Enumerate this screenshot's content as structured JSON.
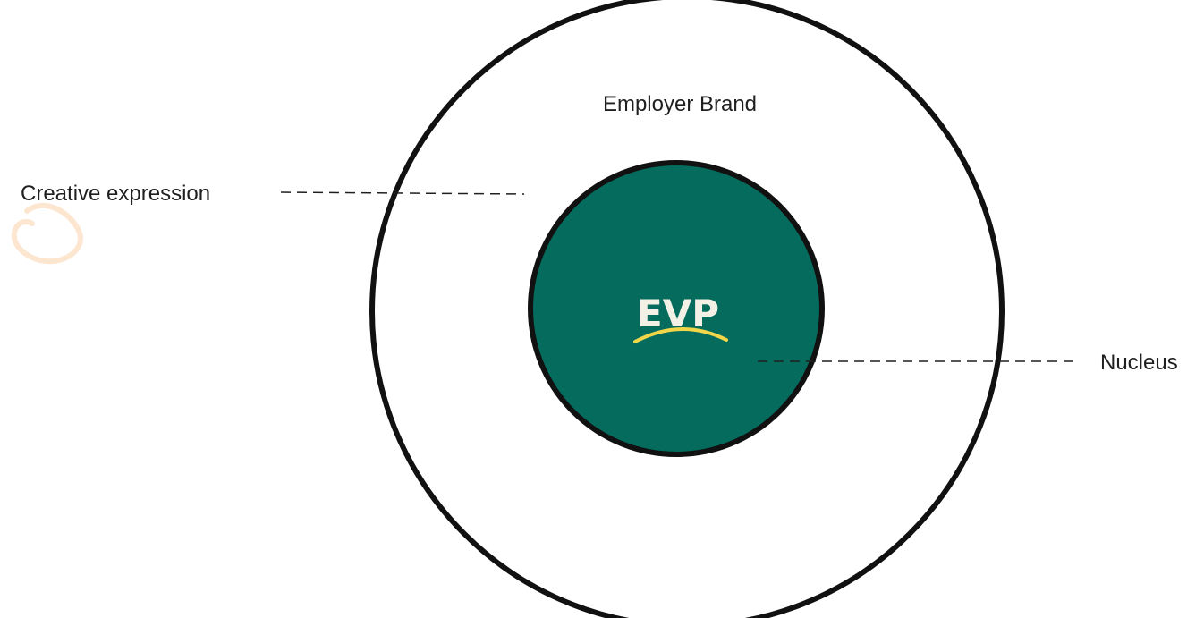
{
  "diagram": {
    "outer_label": "Employer Brand",
    "inner_label": "EVP",
    "left_callout": "Creative expression",
    "right_callout": "Nucleus"
  },
  "colors": {
    "inner_fill": "#056b5d",
    "outline": "#111111",
    "accent_underline": "#f0d648",
    "decor_swirl": "#fde6cf",
    "text": "#1f1f1f",
    "center_text": "#f3f0e6"
  },
  "icons": {
    "decor": "swirl-icon",
    "underline": "smile-underline-icon"
  }
}
